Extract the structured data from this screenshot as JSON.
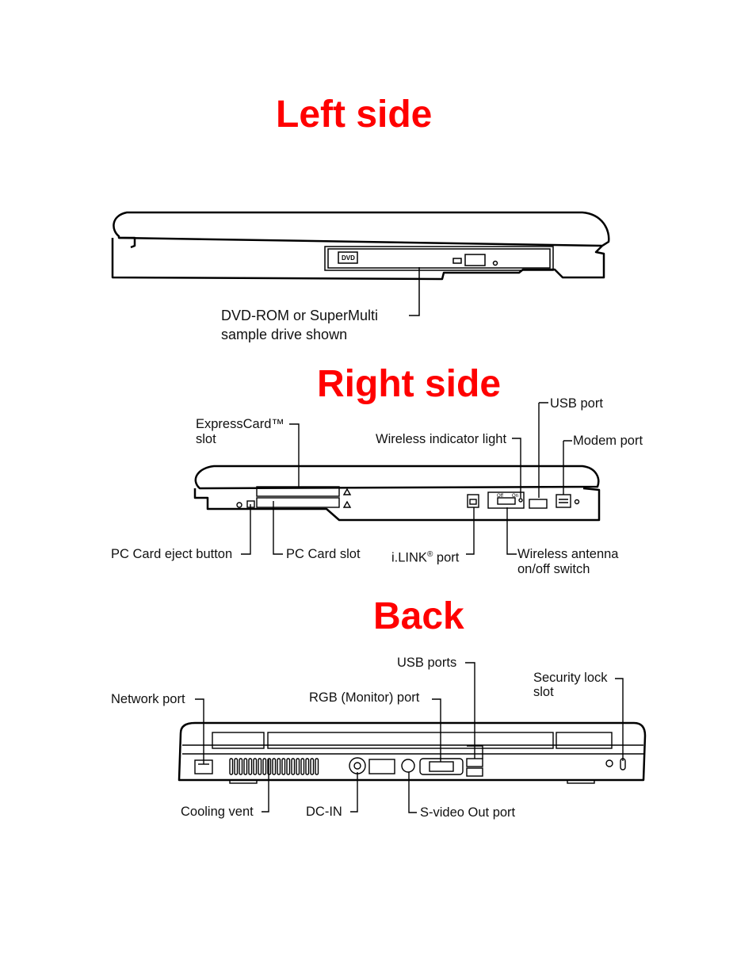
{
  "sections": {
    "left": {
      "title": "Left side"
    },
    "right": {
      "title": "Right side"
    },
    "back": {
      "title": "Back"
    }
  },
  "labels": {
    "dvd_line1": "DVD-ROM or SuperMulti",
    "dvd_line2": "sample drive shown",
    "expresscard_line1": "ExpressCard™",
    "expresscard_line2": "slot",
    "wireless_light": "Wireless indicator light",
    "usb_port": "USB port",
    "modem_port": "Modem port",
    "pc_card_eject": "PC Card eject button",
    "pc_card_slot": "PC Card slot",
    "ilink_pre": "i.LINK",
    "ilink_sup": "®",
    "ilink_post": " port",
    "wireless_switch_line1": "Wireless antenna",
    "wireless_switch_line2": "on/off switch",
    "usb_ports": "USB ports",
    "security_line1": "Security lock",
    "security_line2": "slot",
    "network_port": "Network port",
    "rgb_port": "RGB (Monitor) port",
    "cooling_vent": "Cooling vent",
    "dc_in": "DC-IN",
    "svideo": "S-video Out port"
  },
  "icons": {
    "dvd_logo_text": "DVD",
    "switch_off": "Off",
    "switch_on": "On"
  },
  "colors": {
    "title": "#ff0000",
    "line": "#000000"
  }
}
